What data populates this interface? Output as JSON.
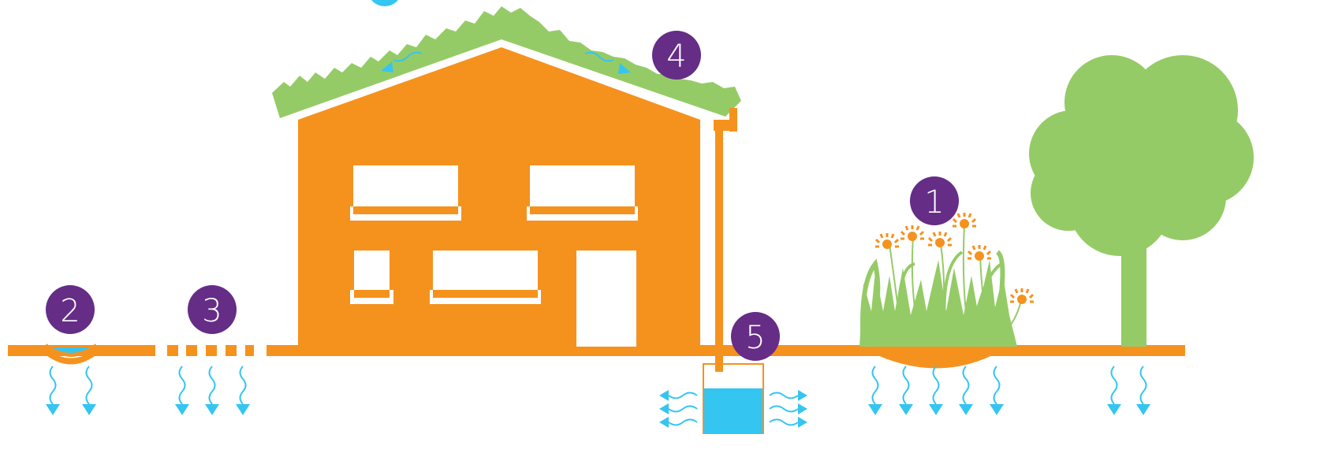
{
  "colors": {
    "orange": "#F5921E",
    "green": "#95CB66",
    "water": "#35C5F1",
    "purple": "#652D86",
    "white": "#FFFFFF"
  },
  "badges": [
    {
      "key": "rain-garden",
      "label": "1"
    },
    {
      "key": "swale",
      "label": "2"
    },
    {
      "key": "permeable-pavement",
      "label": "3"
    },
    {
      "key": "green-roof",
      "label": "4"
    },
    {
      "key": "cistern",
      "label": "5"
    }
  ],
  "icons": [
    "water-arrow-icon",
    "dandelion-icon",
    "tree-icon",
    "house-icon",
    "grass-icon"
  ]
}
